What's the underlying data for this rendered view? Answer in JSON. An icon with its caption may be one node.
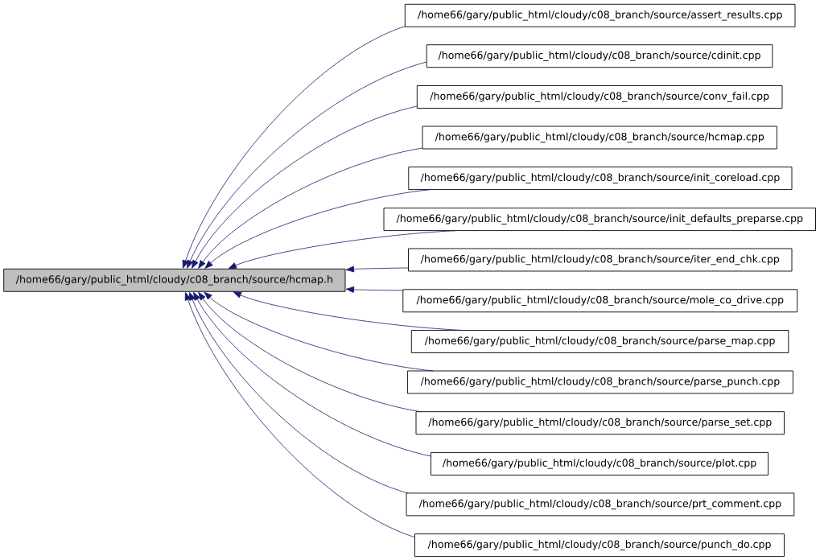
{
  "diagram": {
    "nodes": [
      {
        "text": [
          "/home66/gary/public_html/cloudy/c08_branch/source/hcmap.h"
        ]
      },
      {
        "text": [
          "/home66/gary/public_html/cloudy/c08_branch/source/assert_results.cpp"
        ]
      },
      {
        "text": [
          "/home66/gary/public_html/cloudy/c08_branch/source/cdinit.cpp"
        ]
      },
      {
        "text": [
          "/home66/gary/public_html/cloudy/c08_branch/source/conv_fail.cpp"
        ]
      },
      {
        "text": [
          "/home66/gary/public_html/cloudy/c08_branch/source/hcmap.cpp"
        ]
      },
      {
        "text": [
          "/home66/gary/public_html/cloudy/c08_branch/source/init_coreload.cpp"
        ]
      },
      {
        "text": [
          "/home66/gary/public_html/cloudy/c08_branch/source/init_defaults_preparse.cpp"
        ]
      },
      {
        "text": [
          "/home66/gary/public_html/cloudy/c08_branch/source/iter_end_chk.cpp"
        ]
      },
      {
        "text": [
          "/home66/gary/public_html/cloudy/c08_branch/source/mole_co_drive.cpp"
        ]
      },
      {
        "text": [
          "/home66/gary/public_html/cloudy/c08_branch/source/parse_map.cpp"
        ]
      },
      {
        "text": [
          "/home66/gary/public_html/cloudy/c08_branch/source/parse_punch.cpp"
        ]
      },
      {
        "text": [
          "/home66/gary/public_html/cloudy/c08_branch/source/parse_set.cpp"
        ]
      },
      {
        "text": [
          "/home66/gary/public_html/cloudy/c08_branch/source/plot.cpp"
        ]
      },
      {
        "text": [
          "/home66/gary/public_html/cloudy/c08_branch/source/prt_comment.cpp"
        ]
      },
      {
        "text": [
          "/home66/gary/public_html/cloudy/c08_branch/source/punch_do.cpp"
        ]
      }
    ],
    "edges": [
      {
        "from": 1,
        "to": 0,
        "arrow": "to"
      },
      {
        "from": 2,
        "to": 0,
        "arrow": "to"
      },
      {
        "from": 3,
        "to": 0,
        "arrow": "to"
      },
      {
        "from": 4,
        "to": 0,
        "arrow": "to"
      },
      {
        "from": 5,
        "to": 0,
        "arrow": "to"
      },
      {
        "from": 6,
        "to": 0,
        "arrow": "to"
      },
      {
        "from": 7,
        "to": 0,
        "arrow": "to"
      },
      {
        "from": 8,
        "to": 0,
        "arrow": "to"
      },
      {
        "from": 9,
        "to": 0,
        "arrow": "to"
      },
      {
        "from": 10,
        "to": 0,
        "arrow": "to"
      },
      {
        "from": 11,
        "to": 0,
        "arrow": "to"
      },
      {
        "from": 12,
        "to": 0,
        "arrow": "to"
      },
      {
        "from": 13,
        "to": 0,
        "arrow": "to"
      },
      {
        "from": 14,
        "to": 0,
        "arrow": "to"
      }
    ]
  }
}
